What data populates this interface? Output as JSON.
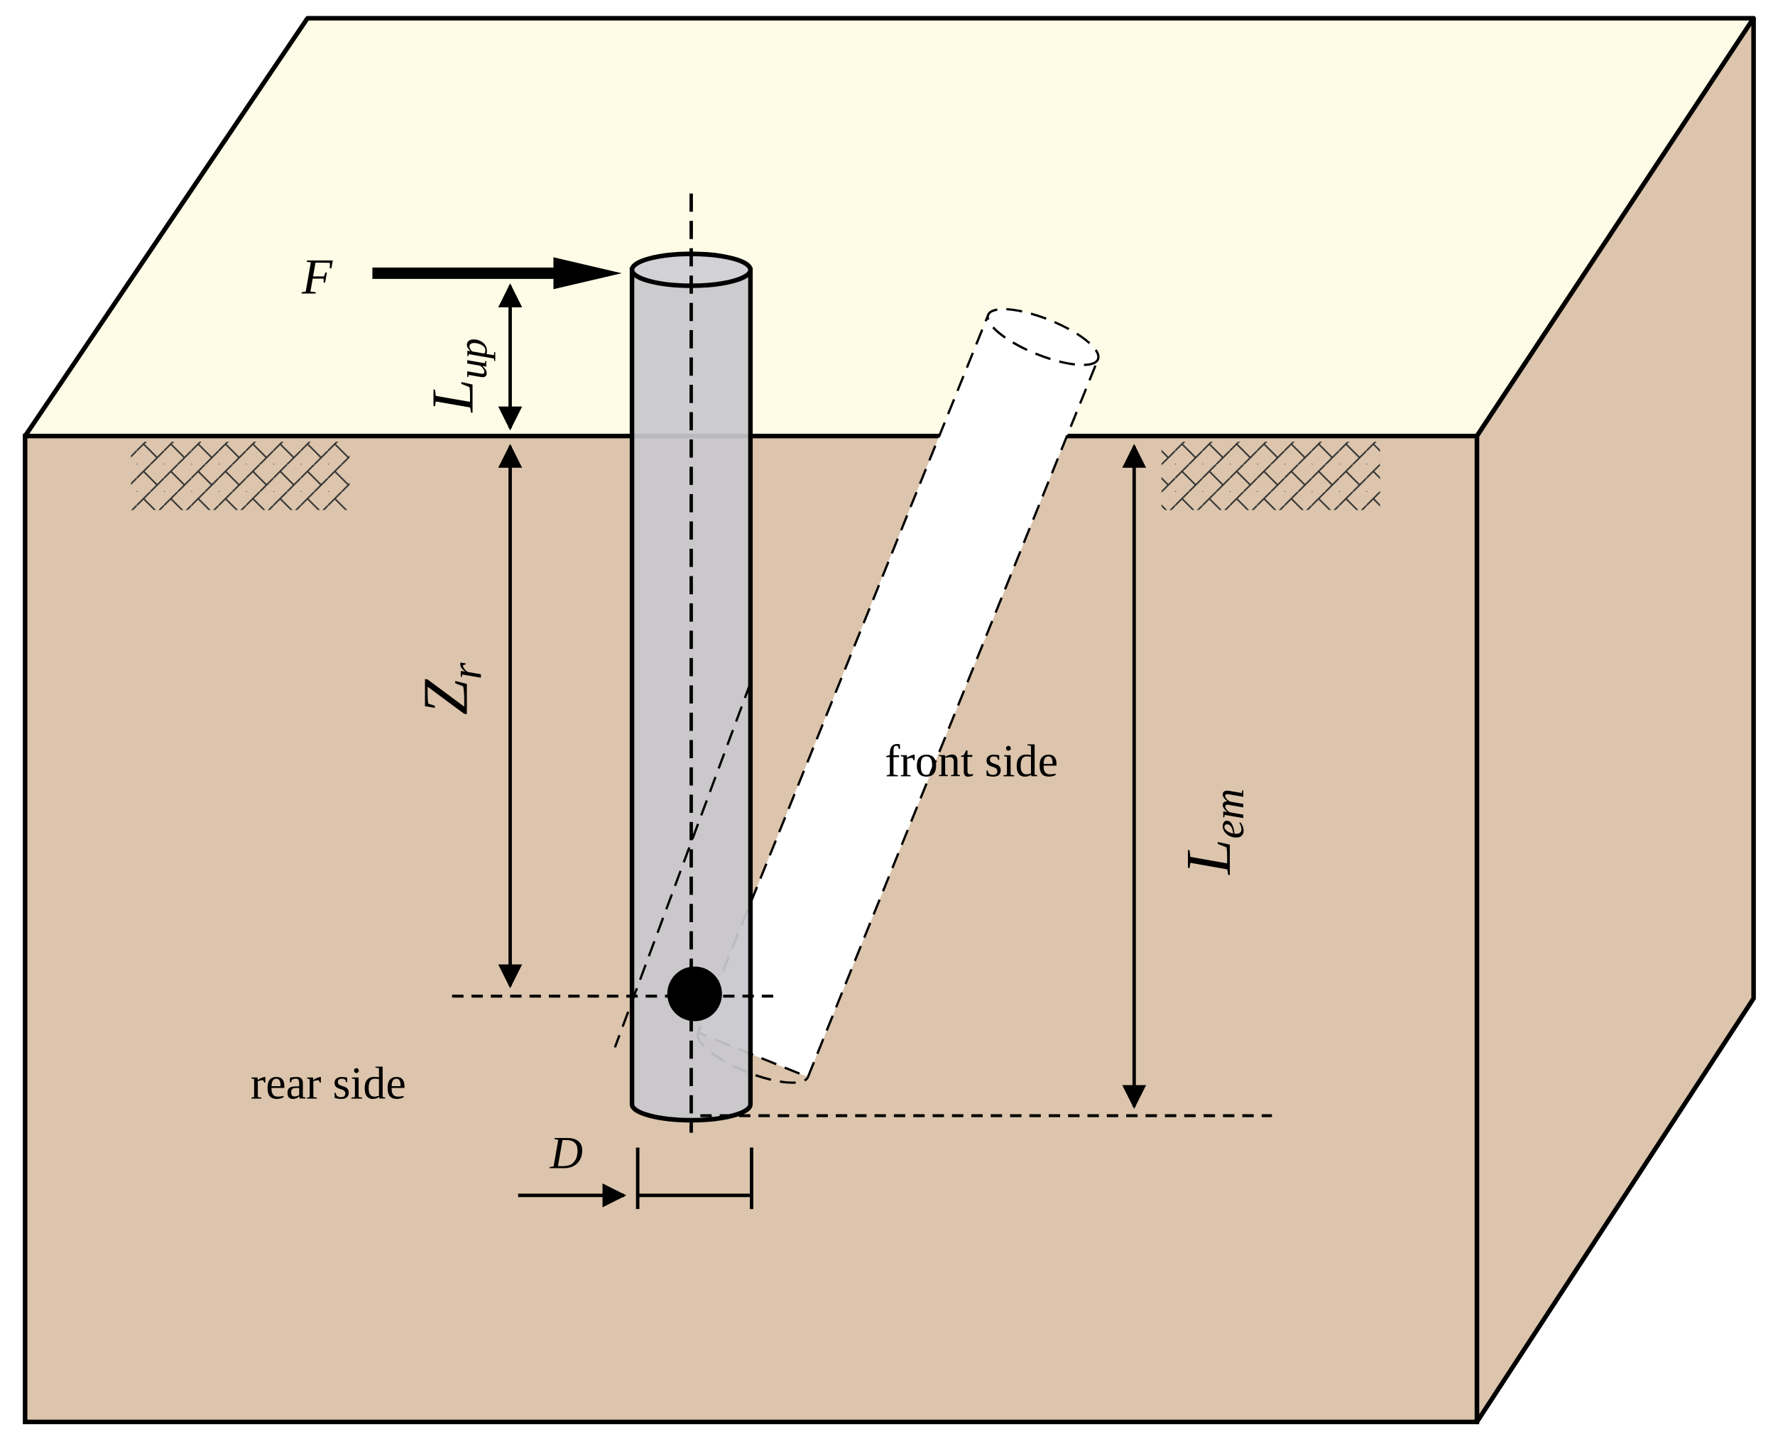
{
  "labels": {
    "force": "F",
    "l_up": "L",
    "l_up_sub": "up",
    "z_r": "Z",
    "z_r_sub": "r",
    "l_em": "L",
    "l_em_sub": "em",
    "front_side": "front side",
    "rear_side": "rear side",
    "diameter": "D"
  },
  "colors": {
    "soil_top": "#FEFCE6",
    "soil_side": "#DCC5AC",
    "pile_fill": "#C8C8CC",
    "displaced_pile_fill": "#FFFFFF",
    "outline": "#000000"
  }
}
